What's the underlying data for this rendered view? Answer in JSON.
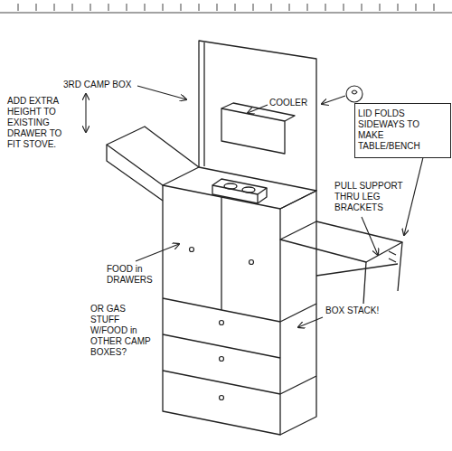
{
  "diagram": {
    "nodes": [
      {
        "text": [
          "LID FOLDS SIDEWAYS TO MAKE TABLE/BENCH"
        ]
      }
    ],
    "labels": [
      "3RD CAMP BOX",
      "ADD EXTRA HEIGHT TO EXISTING DRAWER TO FIT STOVE.",
      "COOLER",
      "PULL SUPPORT THRU LEG BRACKETS",
      "FOOD in DRAWERS",
      "OR GAS STUFF W/FOOD in OTHER CAMP BOXES?",
      "BOX STACK!"
    ]
  }
}
